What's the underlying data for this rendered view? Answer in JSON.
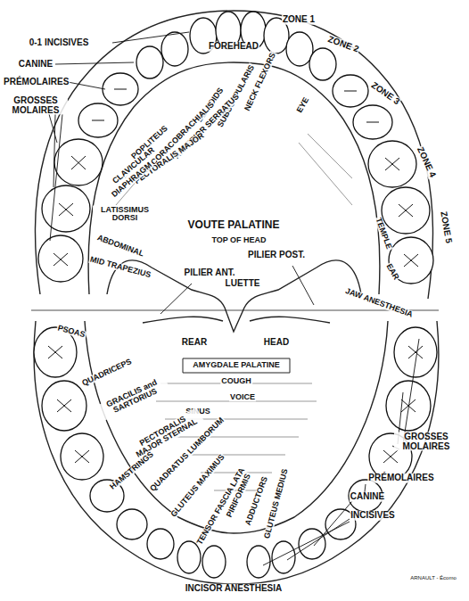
{
  "diagram": {
    "labels": [
      "ZONE 1",
      "ZONE 2",
      "ZONE 3",
      "ZONE 4",
      "ZONE 5",
      "FOREHEAD",
      "0-1 INCISIVES",
      "CANINE",
      "PRÉMOLAIRES",
      "GROSSES MOLAIRES",
      "NECK FLEXORS",
      "SUBSCAPULARIS",
      "DELTOIDS",
      "ANTERIOR SERRATUS",
      "CORACOBRACHIALIS",
      "POPLITEUS",
      "PECTORALIS MAJOR",
      "CLAVICULAR",
      "DIAPHRAGM",
      "EYE",
      "LATISSIMUS DORSI",
      "ABDOMINAL",
      "MID TRAPEZIUS",
      "VOUTE PALATINE",
      "TOP OF HEAD",
      "PILIER ANT.",
      "PILIER POST.",
      "LUETTE",
      "TEMPLE",
      "EAR",
      "JAW ANESTHESIA",
      "PSOAS",
      "REAR",
      "HEAD",
      "QUADRICEPS",
      "GRACILIS and SARTORIUS",
      "AMYGDALE PALATINE",
      "COUGH",
      "VOICE",
      "SINUS",
      "PECTORALIS MAJOR STERNAL",
      "HAMSTRINGS",
      "QUADRATUS LUMBORUM",
      "GLUTEUS MAXIMUS",
      "TENSOR FASCIA LATA",
      "PIRIFORMIS",
      "ADDUCTORS",
      "GLUTEUS MEDIUS",
      "GROSSES MOLAIRES",
      "PRÉMOLAIRES",
      "CANINE",
      "INCISIVES",
      "INCISOR ANESTHESIA",
      "ARNAULT - Écomo"
    ]
  }
}
